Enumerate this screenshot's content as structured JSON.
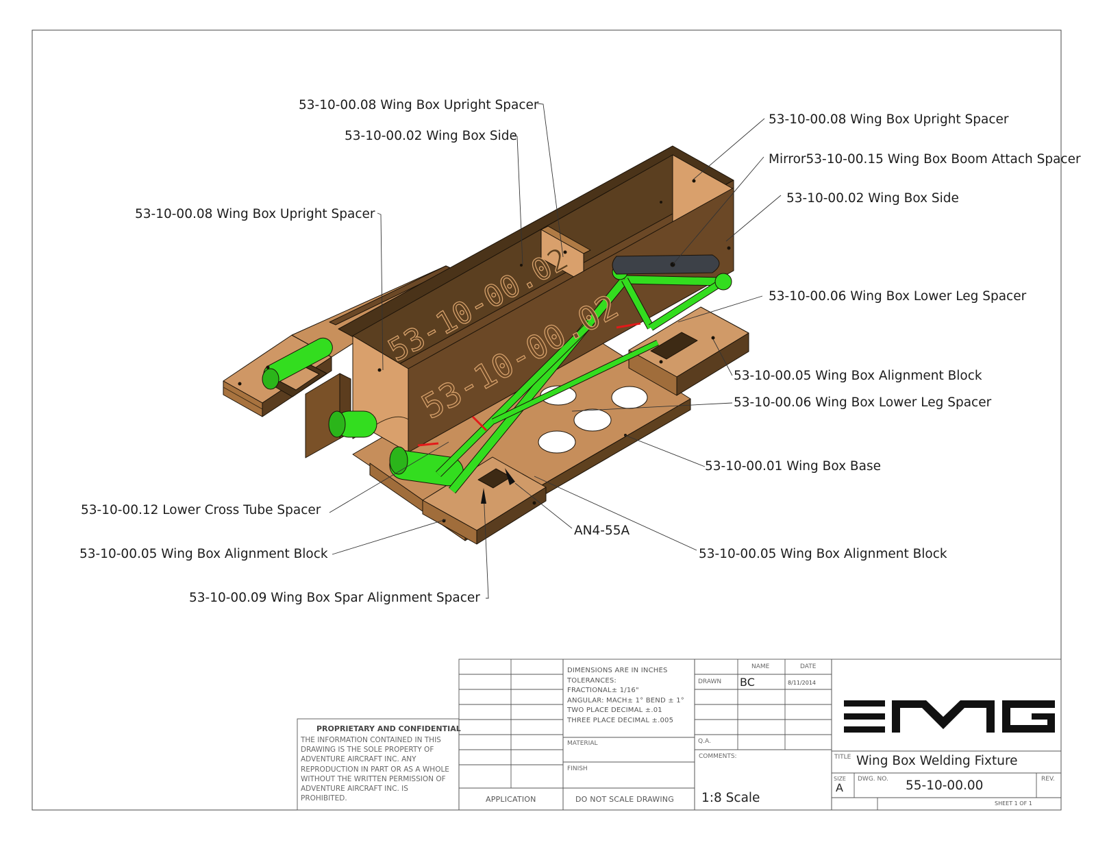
{
  "callouts": [
    {
      "id": "c1",
      "text": "53-10-00.08 Wing Box Upright Spacer"
    },
    {
      "id": "c2",
      "text": "53-10-00.02 Wing Box Side"
    },
    {
      "id": "c3",
      "text": "53-10-00.08 Wing Box Upright Spacer"
    },
    {
      "id": "c4",
      "text": "53-10-00.08 Wing Box Upright Spacer"
    },
    {
      "id": "c5",
      "text": "Mirror53-10-00.15 Wing Box Boom Attach Spacer"
    },
    {
      "id": "c6",
      "text": "53-10-00.02 Wing Box Side"
    },
    {
      "id": "c7",
      "text": "53-10-00.06 Wing Box Lower Leg Spacer"
    },
    {
      "id": "c8",
      "text": "53-10-00.05 Wing Box Alignment Block"
    },
    {
      "id": "c9",
      "text": "53-10-00.06 Wing Box Lower Leg Spacer"
    },
    {
      "id": "c10",
      "text": "53-10-00.01 Wing Box Base"
    },
    {
      "id": "c11",
      "text": "53-10-00.12 Lower  Cross Tube Spacer"
    },
    {
      "id": "c12",
      "text": "53-10-00.05 Wing Box Alignment Block"
    },
    {
      "id": "c13",
      "text": "AN4-55A"
    },
    {
      "id": "c14",
      "text": "53-10-00.05 Wing Box Alignment Block"
    },
    {
      "id": "c15",
      "text": "53-10-00.09 Wing Box Spar Alignment Spacer"
    }
  ],
  "engraving": {
    "side_1": "53-10-00.02",
    "side_2": "53-10-00.02"
  },
  "proprietary": {
    "heading": "PROPRIETARY AND CONFIDENTIAL",
    "body": "THE INFORMATION CONTAINED IN THIS DRAWING IS THE SOLE PROPERTY OF ADVENTURE AIRCRAFT INC.  ANY REPRODUCTION IN PART OR AS A WHOLE WITHOUT THE WRITTEN PERMISSION OF ADVENTURE AIRCRAFT INC. IS PROHIBITED."
  },
  "title_block": {
    "application_label": "APPLICATION",
    "dimensions_lines": [
      "DIMENSIONS ARE IN INCHES",
      "TOLERANCES:",
      "FRACTIONAL± 1/16\"",
      "ANGULAR: MACH± 1° BEND ± 1°",
      "TWO PLACE DECIMAL    ±.01",
      "THREE PLACE DECIMAL   ±.005"
    ],
    "material_label": "MATERIAL",
    "finish_label": "FINISH",
    "do_not_scale": "DO  NOT  SCALE  DRAWING",
    "name_header": "NAME",
    "date_header": "DATE",
    "drawn_label": "DRAWN",
    "drawn_name": "BC",
    "drawn_date": "8/11/2014",
    "qa_label": "Q.A.",
    "comments_label": "COMMENTS:",
    "scale": "1:8 Scale",
    "logo": "EMG",
    "title_label": "TITLE",
    "title": "Wing Box Welding Fixture",
    "size_label": "SIZE",
    "size": "A",
    "dwg_no_label": "DWG.  NO.",
    "dwg_no": "55-10-00.00",
    "rev_label": "REV.",
    "sheet": "SHEET 1 OF 1"
  },
  "colors": {
    "wood_face": "#c9905e",
    "wood_dark": "#4a3319",
    "wood_mid": "#6b4826",
    "tube_green": "#33dd1f",
    "accent_red": "#e21a1a",
    "boom_spacer": "#3d4148"
  }
}
